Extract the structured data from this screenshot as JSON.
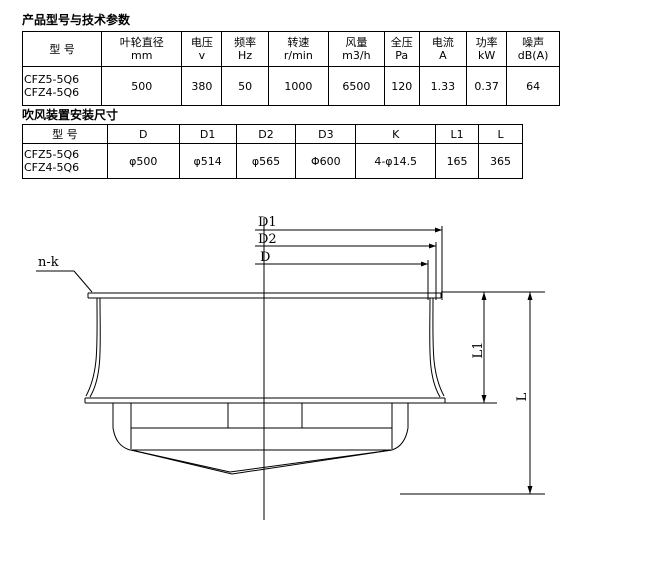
{
  "spec_title": "产品型号与技术参数",
  "spec_headers": [
    {
      "name": "型 号",
      "unit": ""
    },
    {
      "name": "叶轮直径",
      "unit": "mm"
    },
    {
      "name": "电压",
      "unit": "v"
    },
    {
      "name": "频率",
      "unit": "Hz"
    },
    {
      "name": "转速",
      "unit": "r/min"
    },
    {
      "name": "风量",
      "unit": "m3/h"
    },
    {
      "name": "全压",
      "unit": "Pa"
    },
    {
      "name": "电流",
      "unit": "A"
    },
    {
      "name": "功率",
      "unit": "kW"
    },
    {
      "name": "噪声",
      "unit": "dB(A)"
    }
  ],
  "spec_row": {
    "models": [
      "CFZ5-5Q6",
      "CFZ4-5Q6"
    ],
    "values": [
      "500",
      "380",
      "50",
      "1000",
      "6500",
      "120",
      "1.33",
      "0.37",
      "64"
    ]
  },
  "dims_title": "吹风装置安装尺寸",
  "dims_headers": [
    "型 号",
    "D",
    "D1",
    "D2",
    "D3",
    "K",
    "L1",
    "L"
  ],
  "dims_row": {
    "models": [
      "CFZ5-5Q6",
      "CFZ4-5Q6"
    ],
    "values": [
      "φ500",
      "φ514",
      "φ565",
      "Φ600",
      "4-φ14.5",
      "165",
      "365"
    ]
  },
  "drawing_labels": {
    "d1": "D1",
    "d2": "D2",
    "d": "D",
    "nk": "n-k",
    "l1": "L1",
    "l": "L"
  }
}
